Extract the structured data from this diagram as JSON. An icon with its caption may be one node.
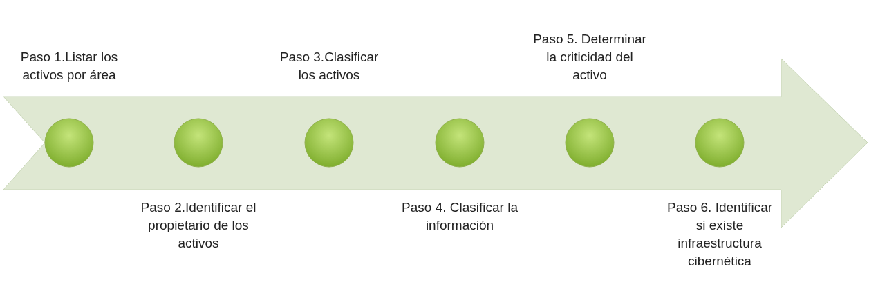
{
  "diagram": {
    "nodes": [
      {
        "text": [],
        "shape": "arrow"
      },
      {
        "text": [],
        "shape": "circle",
        "in": 0,
        "beside": [
          "Paso 1.Listar los activos por área"
        ]
      },
      {
        "text": [],
        "shape": "circle",
        "in": 0,
        "beside": [
          "Paso 2.Identificar el propietario de los activos"
        ]
      },
      {
        "text": [],
        "shape": "circle",
        "in": 0,
        "beside": [
          "Paso 3.Clasificar los activos"
        ]
      },
      {
        "text": [],
        "shape": "circle",
        "in": 0,
        "beside": [
          "Paso 4. Clasificar la información"
        ]
      },
      {
        "text": [],
        "shape": "circle",
        "in": 0,
        "beside": [
          "Paso 5. Determinar la criticidad del activo"
        ]
      },
      {
        "text": [],
        "shape": "circle",
        "in": 0,
        "beside": [
          "Paso 6. Identificar si existe infraestructura cibernética"
        ]
      }
    ]
  }
}
